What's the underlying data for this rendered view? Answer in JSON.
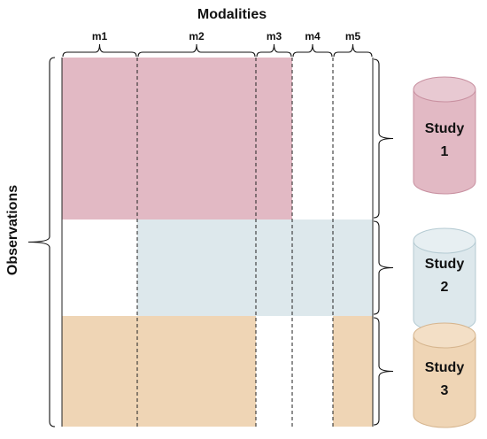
{
  "title": "Modalities",
  "y_label": "Observations",
  "modalities": [
    {
      "label": "m1"
    },
    {
      "label": "m2"
    },
    {
      "label": "m3"
    },
    {
      "label": "m4"
    },
    {
      "label": "m5"
    }
  ],
  "studies": [
    {
      "line1": "Study",
      "line2": "1",
      "color": "#e2b9c4",
      "cap_color": "#e8c9d2",
      "stroke": "#c890a0"
    },
    {
      "line1": "Study",
      "line2": "2",
      "color": "#dde8ec",
      "cap_color": "#e7eff2",
      "stroke": "#b4cad2"
    },
    {
      "line1": "Study",
      "line2": "3",
      "color": "#efd5b5",
      "cap_color": "#f3dfc6",
      "stroke": "#d6b58e"
    }
  ],
  "coverage": [
    {
      "study": 1,
      "modalities": [
        "m1",
        "m2",
        "m3"
      ]
    },
    {
      "study": 2,
      "modalities": [
        "m2",
        "m3",
        "m4",
        "m5"
      ]
    },
    {
      "study": 3,
      "modalities": [
        "m1",
        "m2",
        "m5"
      ]
    }
  ]
}
